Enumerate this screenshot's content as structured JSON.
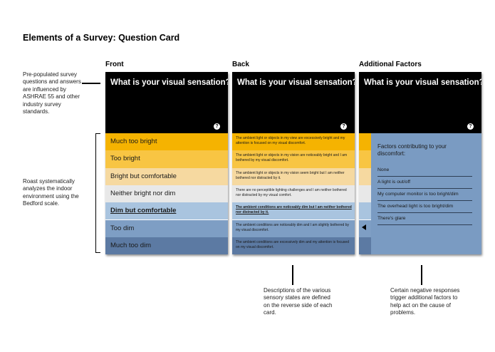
{
  "title": "Elements of a Survey: Question Card",
  "columns": {
    "front": "Front",
    "back": "Back",
    "additional": "Additional Factors"
  },
  "notes": {
    "prepopulated": "Pre-populated survey questions and answers are influenced by ASHRAE 55 and other industry survey standards.",
    "roast": "Roast systematically analyzes the indoor environment using the Bedford scale.",
    "descriptions": "Descriptions of the various sensory states are defined on the reverse side of each card.",
    "certain": "Certain negative responses trigger additional factors to help act on the cause of problems."
  },
  "card": {
    "question": "What is your visual sensation?",
    "help_symbol": "?"
  },
  "scale": [
    {
      "label": "Much too bright",
      "color": "#f5b301",
      "description": "The ambient light or objects in my view are excessively bright and my attention is focused on my visual discomfort."
    },
    {
      "label": "Too bright",
      "color": "#f8c543",
      "description": "The ambient light or objects in my vision are noticeably bright and I am bothered by my visual discomfort."
    },
    {
      "label": "Bright but comfortable",
      "color": "#f6d9a0",
      "description": "The ambient light or objects in my vision seem bright but I am neither bothered nor distracted by it."
    },
    {
      "label": "Neither bright nor dim",
      "color": "#e8e8e8",
      "description": "There are no perceptible lighting challenges and I am neither bothered nor distracted by my visual comfort."
    },
    {
      "label": "Dim but comfortable",
      "color": "#a9c4df",
      "description": "The ambient conditions are noticeably dim but I am neither bothered nor distracted by it."
    },
    {
      "label": "Too dim",
      "color": "#7e9ec4",
      "description": "The ambient conditions are noticeably dim and I am slightly bothered by my visual discomfort."
    },
    {
      "label": "Much too dim",
      "color": "#5c7aa3",
      "description": "The ambient conditions are excessively dim and my attention is focused on my visual discomfort."
    }
  ],
  "selected_index": 4,
  "factors": {
    "title": "Factors contributing to your discomfort:",
    "items": [
      "None",
      "A light is out/off",
      "My computer monitor is too bright/dim",
      "The overhead light is too bright/dim",
      "There's glare"
    ]
  }
}
